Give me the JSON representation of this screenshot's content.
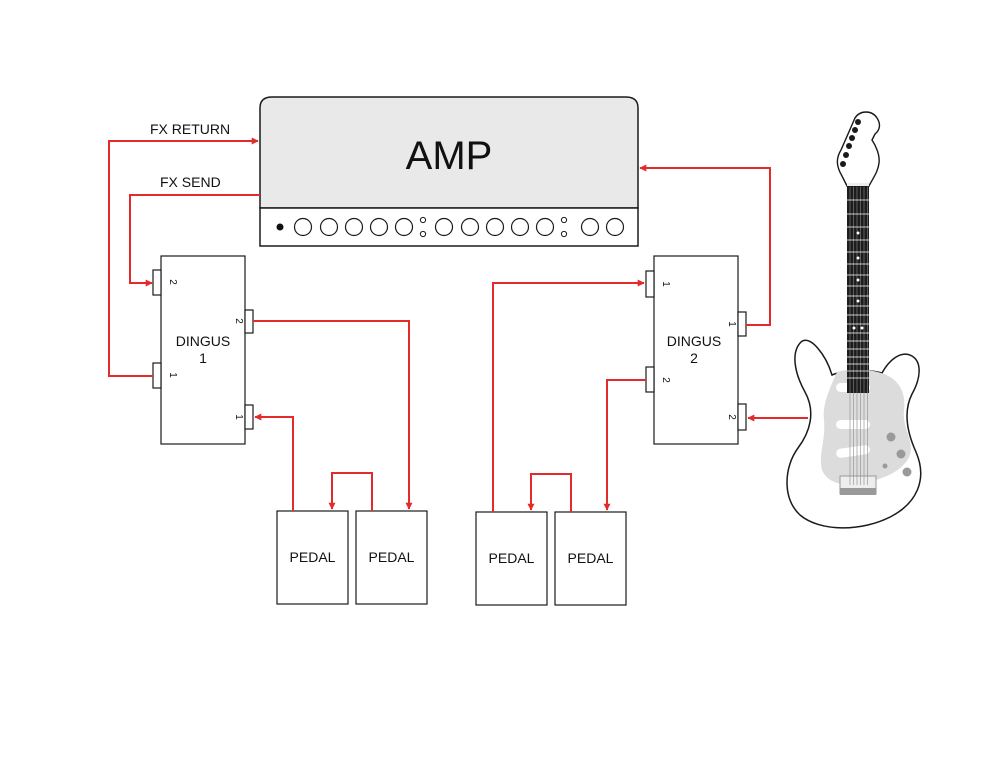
{
  "colors": {
    "signal": "#e32b2b",
    "outline": "#1a1a1a",
    "amp_fill": "#e9e9e9",
    "guitar_pickguard": "#dcdcdc"
  },
  "amp": {
    "label": "AMP"
  },
  "labels": {
    "fx_return": "FX RETURN",
    "fx_send": "FX SEND"
  },
  "dingus1": {
    "line1": "DINGUS",
    "line2": "1",
    "port_left_top": "2",
    "port_left_bottom": "1",
    "port_right_top": "2",
    "port_right_bottom": "1"
  },
  "dingus2": {
    "line1": "DINGUS",
    "line2": "2",
    "port_left_top": "1",
    "port_left_bottom": "2",
    "port_right_top": "1",
    "port_right_bottom": "2"
  },
  "pedals": [
    {
      "label": "PEDAL"
    },
    {
      "label": "PEDAL"
    },
    {
      "label": "PEDAL"
    },
    {
      "label": "PEDAL"
    }
  ],
  "icons": {
    "guitar": "electric-guitar-icon"
  }
}
